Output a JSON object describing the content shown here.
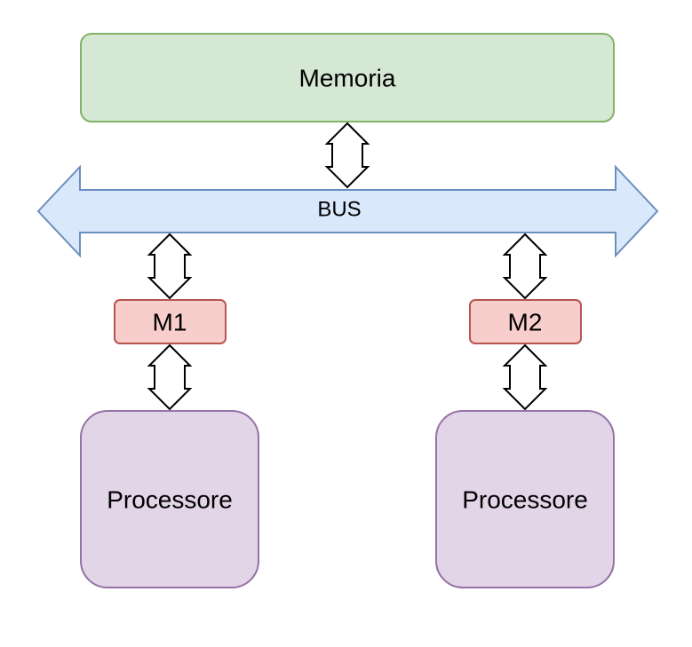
{
  "memory": {
    "label": "Memoria",
    "fill": "#d5e8d4",
    "stroke": "#82b366"
  },
  "bus": {
    "label": "BUS",
    "fill": "#dae8fc",
    "stroke": "#6c8ebf"
  },
  "modules": [
    {
      "label": "M1",
      "fill": "#f8cecc",
      "stroke": "#b85450"
    },
    {
      "label": "M2",
      "fill": "#f8cecc",
      "stroke": "#b85450"
    }
  ],
  "processors": [
    {
      "label": "Processore",
      "fill": "#e1d5e7",
      "stroke": "#9673a6"
    },
    {
      "label": "Processore",
      "fill": "#e1d5e7",
      "stroke": "#9673a6"
    }
  ],
  "connectors": {
    "fill": "#ffffff",
    "stroke": "#000000"
  }
}
